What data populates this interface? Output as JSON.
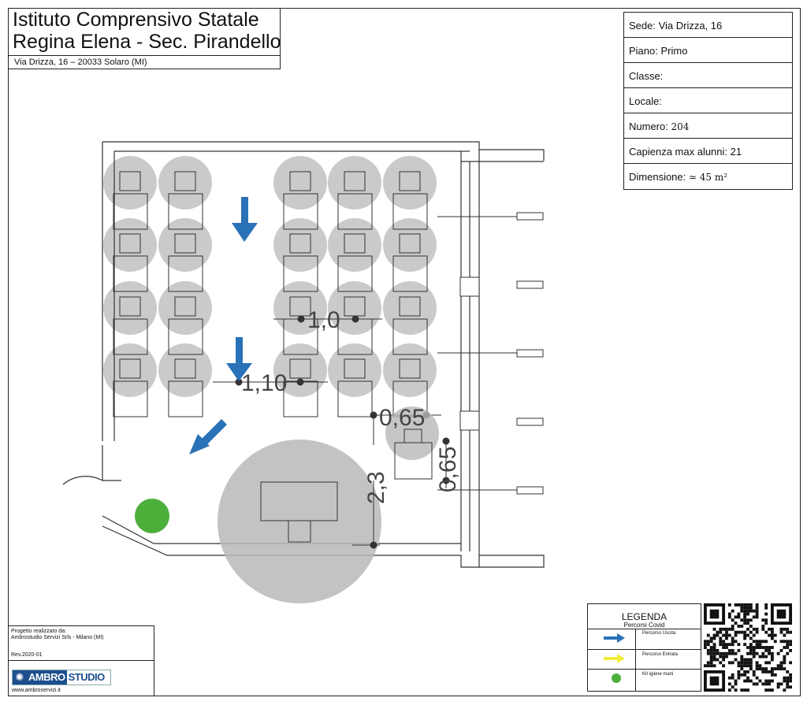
{
  "header": {
    "school_line1": "Istituto Comprensivo Statale",
    "school_line2": "Regina Elena - Sec. Pirandello",
    "address": "Via Drizza, 16 – 20033 Solaro (MI)"
  },
  "info": {
    "sede": "Sede:  Via Drizza, 16",
    "piano": "Piano: Primo",
    "classe": "Classe:",
    "locale": "Locale:",
    "numero_label": "Numero: ",
    "numero_value": "204",
    "capienza": "Capienza max alunni: 21",
    "dimensione_label": "Dimensione: ",
    "dimensione_value": "≃ 45 m²"
  },
  "plan": {
    "dimensions": [
      "1,0",
      "1,10",
      "0,65",
      "0,65",
      "2,3"
    ],
    "colors": {
      "wall": "#333333",
      "circle": "#b8b8b8",
      "exit_arrow": "#2a72b8",
      "entry_arrow": "#f2ec3a",
      "sanitizer": "#4caf3a"
    }
  },
  "credits": {
    "line1": "Progetto realizzato da:",
    "line2": "Ambrostudio Servizi Srls - Milano (MI)",
    "rev": "Rev.2020-01",
    "logo_a": "AMBRO",
    "logo_b": "STUDIO",
    "url": "www.ambroservizi.it"
  },
  "legend": {
    "title": "LEGENDA",
    "subtitle": "Percorsi Covid",
    "items": [
      "Percorso Uscita",
      "Percorso Entrata",
      "Kit igiene mani"
    ]
  },
  "icons": {
    "exit": "blue-arrow-icon",
    "entry": "yellow-arrow-icon",
    "sanitizer": "green-dot-icon",
    "qr": "qr-code-icon"
  }
}
